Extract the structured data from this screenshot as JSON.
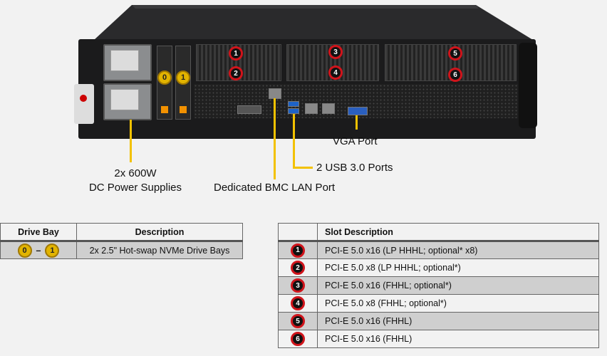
{
  "callouts": {
    "psu": [
      "2x 600W",
      "DC Power Supplies"
    ],
    "bmc": "Dedicated BMC LAN Port",
    "usb": "2 USB 3.0 Ports",
    "vga": "VGA Port"
  },
  "drive_table": {
    "headers": [
      "Drive Bay",
      "Description"
    ],
    "row": {
      "from": "0",
      "dash": "–",
      "to": "1",
      "description": "2x 2.5\" Hot-swap NVMe Drive Bays"
    }
  },
  "slot_table": {
    "header": "Slot Description",
    "rows": [
      {
        "num": "1",
        "desc": "PCI-E 5.0 x16 (LP HHHL;  optional* x8)"
      },
      {
        "num": "2",
        "desc": "PCI-E 5.0 x8 (LP HHHL;  optional*)"
      },
      {
        "num": "3",
        "desc": "PCI-E 5.0 x16 (FHHL;  optional*)"
      },
      {
        "num": "4",
        "desc": "PCI-E 5.0 x8 (FHHL; optional*)"
      },
      {
        "num": "5",
        "desc": "PCI-E 5.0 x16 (FHHL)"
      },
      {
        "num": "6",
        "desc": "PCI-E 5.0 x16 (FHHL)"
      }
    ]
  },
  "drive_numbers": [
    "0",
    "1"
  ],
  "colors": {
    "callout_line": "#f3c200",
    "slot_badge": "#d0141b",
    "drive_badge": "#e2b400"
  }
}
